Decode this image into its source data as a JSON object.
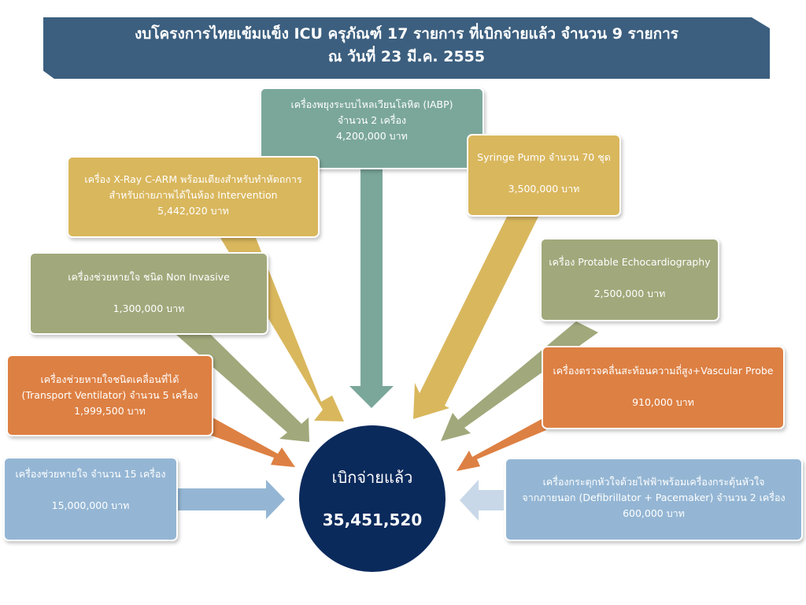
{
  "header": {
    "line1": "งบโครงการไทยเข้มแข็ง ICU ครุภัณฑ์ 17 รายการ ที่เบิกจ่ายแล้ว จำนวน 9 รายการ",
    "line2": "ณ วันที่ 23 มี.ค. 2555"
  },
  "center": {
    "label": "เบิกจ่ายแล้ว",
    "total": "35,451,520"
  },
  "items": [
    {
      "line1": "เครื่องพยุงระบบไหลเวียนโลหิต (IABP)",
      "line2": "จำนวน 2 เครื่อง",
      "amount": "4,200,000 บาท",
      "color": "#7ba79b"
    },
    {
      "line1": "Syringe Pump จำนวน 70 ชุด",
      "amount": "3,500,000 บาท",
      "color": "#d9b75d"
    },
    {
      "line1": "เครื่อง X-Ray C-ARM พร้อมเตียงสำหรับทำหัตถการ",
      "line2": "สำหรับถ่ายภาพได้ในห้อง Intervention",
      "amount": "5,442,020 บาท",
      "color": "#d9b75d"
    },
    {
      "line1": "เครื่อง Protable Echocardiography",
      "amount": "2,500,000 บาท",
      "color": "#a1a87b"
    },
    {
      "line1": "เครื่องช่วยหายใจ ชนิด Non Invasive",
      "amount": "1,300,000 บาท",
      "color": "#a1a87b"
    },
    {
      "line1": "เครื่องตรวจคลื่นสะท้อนความถี่สูง+Vascular Probe",
      "amount": "910,000 บาท",
      "color": "#dd8043"
    },
    {
      "line1": "เครื่องช่วยหายใจชนิดเคลื่อนที่ได้",
      "line2": "(Transport Ventilator) จำนวน 5 เครื่อง",
      "amount": "1,999,500 บาท",
      "color": "#dd8043"
    },
    {
      "line1": "เครื่องช่วยหายใจ จำนวน 15 เครื่อง",
      "amount": "15,000,000 บาท",
      "color": "#94b6d4"
    },
    {
      "line1": "เครื่องกระตุกหัวใจด้วยไฟฟ้าพร้อมเครื่องกระตุ้นหัวใจ",
      "line2": "จากภายนอก (Defibrillator + Pacemaker) จำนวน 2 เครื่อง",
      "amount": "600,000 บาท",
      "color": "#94b6d4"
    }
  ]
}
